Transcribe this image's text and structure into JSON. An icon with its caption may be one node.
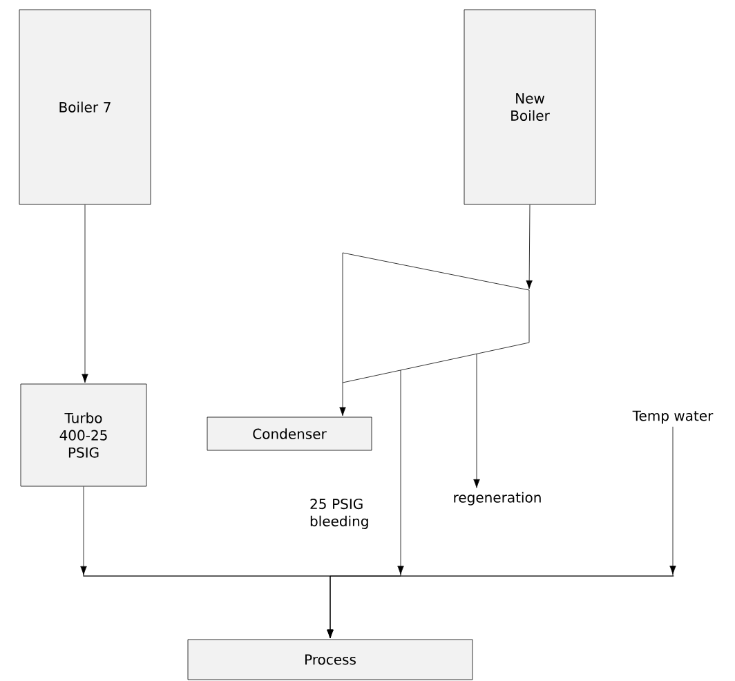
{
  "diagram": {
    "nodes": [
      {
        "text": [
          "Boiler 7"
        ]
      },
      {
        "text": [
          "New Boiler"
        ]
      },
      {
        "text": [],
        "shape": "trapezoid"
      },
      {
        "text": [
          "Turbo 400-25 PSIG"
        ]
      },
      {
        "text": [
          "Condenser"
        ]
      },
      {
        "text": [
          "regeneration"
        ]
      },
      {
        "text": [
          "Temp water"
        ]
      },
      {
        "text": [
          "Process"
        ]
      }
    ],
    "edges": [
      {
        "from": 0,
        "to": 3,
        "arrow": "to"
      },
      {
        "from": 1,
        "to": 2,
        "arrow": "to"
      },
      {
        "from": 2,
        "to": 4,
        "arrow": "to"
      },
      {
        "from": 2,
        "to": 5,
        "arrow": "to"
      },
      {
        "from": 2,
        "to": 7,
        "arrow": "to",
        "label": "25 PSIG bleeding"
      },
      {
        "from": 3,
        "to": 7,
        "arrow": "to"
      },
      {
        "from": 6,
        "to": 7,
        "arrow": "to"
      }
    ]
  }
}
